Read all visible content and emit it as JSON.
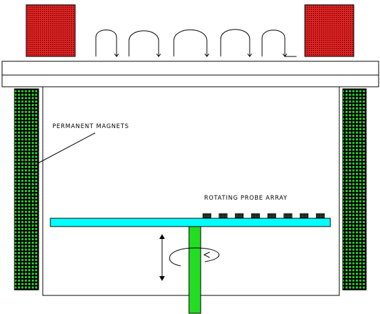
{
  "labels": {
    "magnets": "PERMANENT MAGNETS",
    "probe_array": "ROTATING PROBE ARRAY"
  },
  "colors": {
    "red_magnet": "#cc2222",
    "green_magnet": "#22cc22",
    "platform": "#00ffff",
    "shaft": "#22dd22",
    "line": "#000000"
  },
  "probe_count": 8,
  "loop_count": 5
}
